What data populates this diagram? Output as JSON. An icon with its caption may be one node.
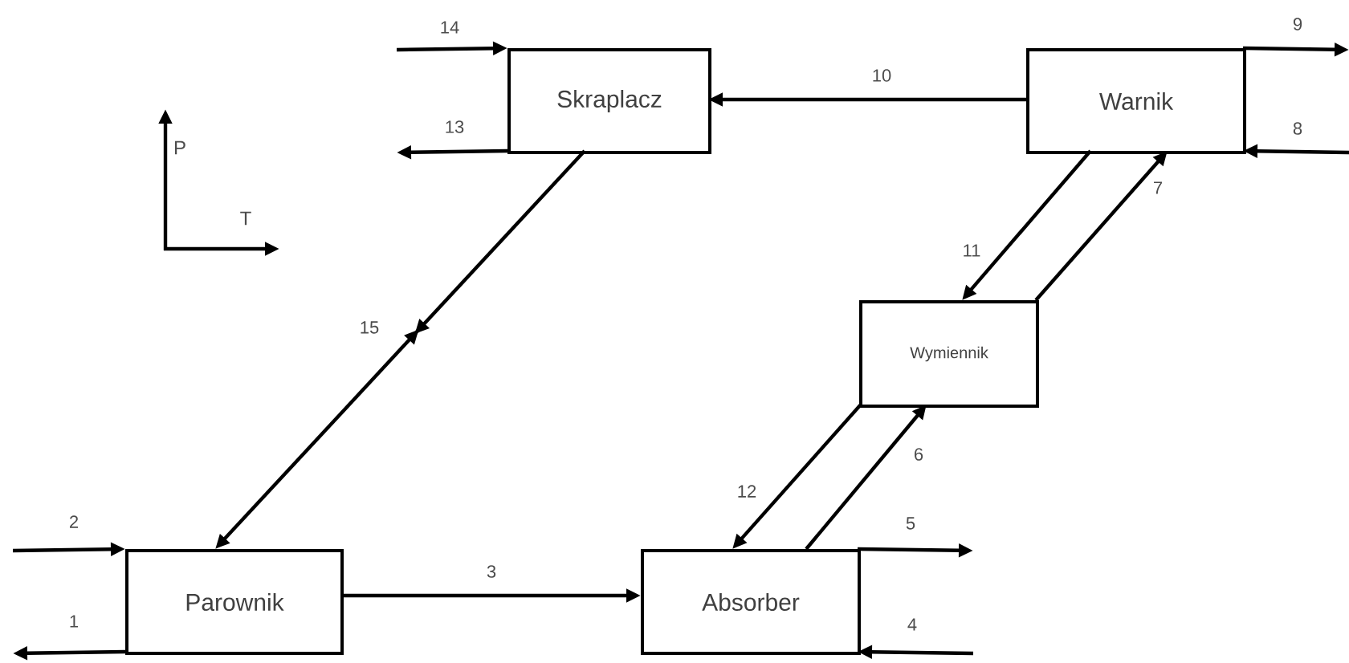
{
  "diagram": {
    "nodes": [
      {
        "text": [
          "Skraplacz"
        ]
      },
      {
        "text": [
          "Warnik"
        ]
      },
      {
        "text": [
          "Wymiennik"
        ]
      },
      {
        "text": [
          "Parownik"
        ]
      },
      {
        "text": [
          "Absorber"
        ]
      }
    ],
    "edges": [
      {
        "from": 3,
        "to": null,
        "arrow": "to",
        "label": "1"
      },
      {
        "from": null,
        "to": 3,
        "arrow": "to",
        "label": "2"
      },
      {
        "from": 3,
        "to": 4,
        "arrow": "to",
        "label": "3"
      },
      {
        "from": null,
        "to": 4,
        "arrow": "to",
        "label": "4"
      },
      {
        "from": 4,
        "to": null,
        "arrow": "to",
        "label": "5"
      },
      {
        "from": 4,
        "to": 2,
        "arrow": "to",
        "label": "6"
      },
      {
        "from": 2,
        "to": 1,
        "arrow": "to",
        "label": "7"
      },
      {
        "from": null,
        "to": 1,
        "arrow": "to",
        "label": "8"
      },
      {
        "from": 1,
        "to": null,
        "arrow": "to",
        "label": "9"
      },
      {
        "from": 1,
        "to": 0,
        "arrow": "to",
        "label": "10"
      },
      {
        "from": 1,
        "to": 2,
        "arrow": "to",
        "label": "11"
      },
      {
        "from": 2,
        "to": 4,
        "arrow": "to",
        "label": "12"
      },
      {
        "from": 0,
        "to": null,
        "arrow": "to",
        "label": "13"
      },
      {
        "from": null,
        "to": 0,
        "arrow": "to",
        "label": "14"
      },
      {
        "from": 0,
        "to": 3,
        "arrow": "to",
        "label": "15"
      }
    ],
    "labels": [
      "P",
      "T"
    ]
  }
}
